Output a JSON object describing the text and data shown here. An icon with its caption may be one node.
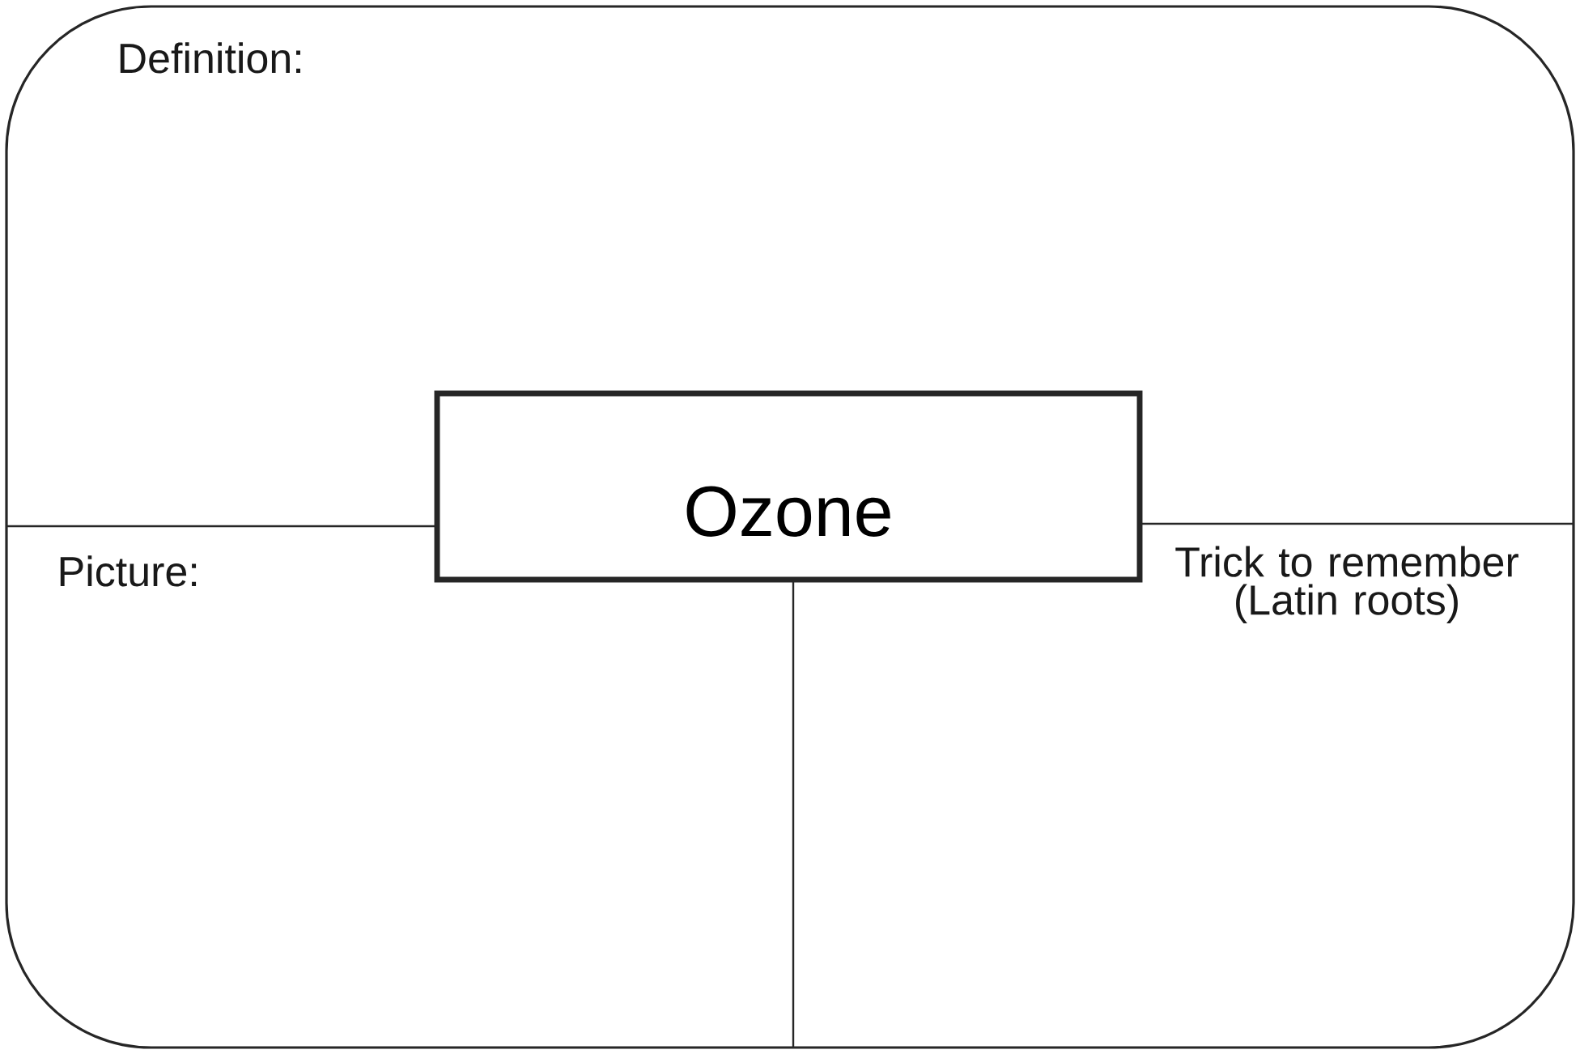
{
  "diagram": {
    "nodes": [
      {
        "text": [
          "Ozone"
        ]
      }
    ],
    "labels": [
      "Definition:",
      "Picture:",
      "Trick to remember (Latin roots)"
    ]
  }
}
